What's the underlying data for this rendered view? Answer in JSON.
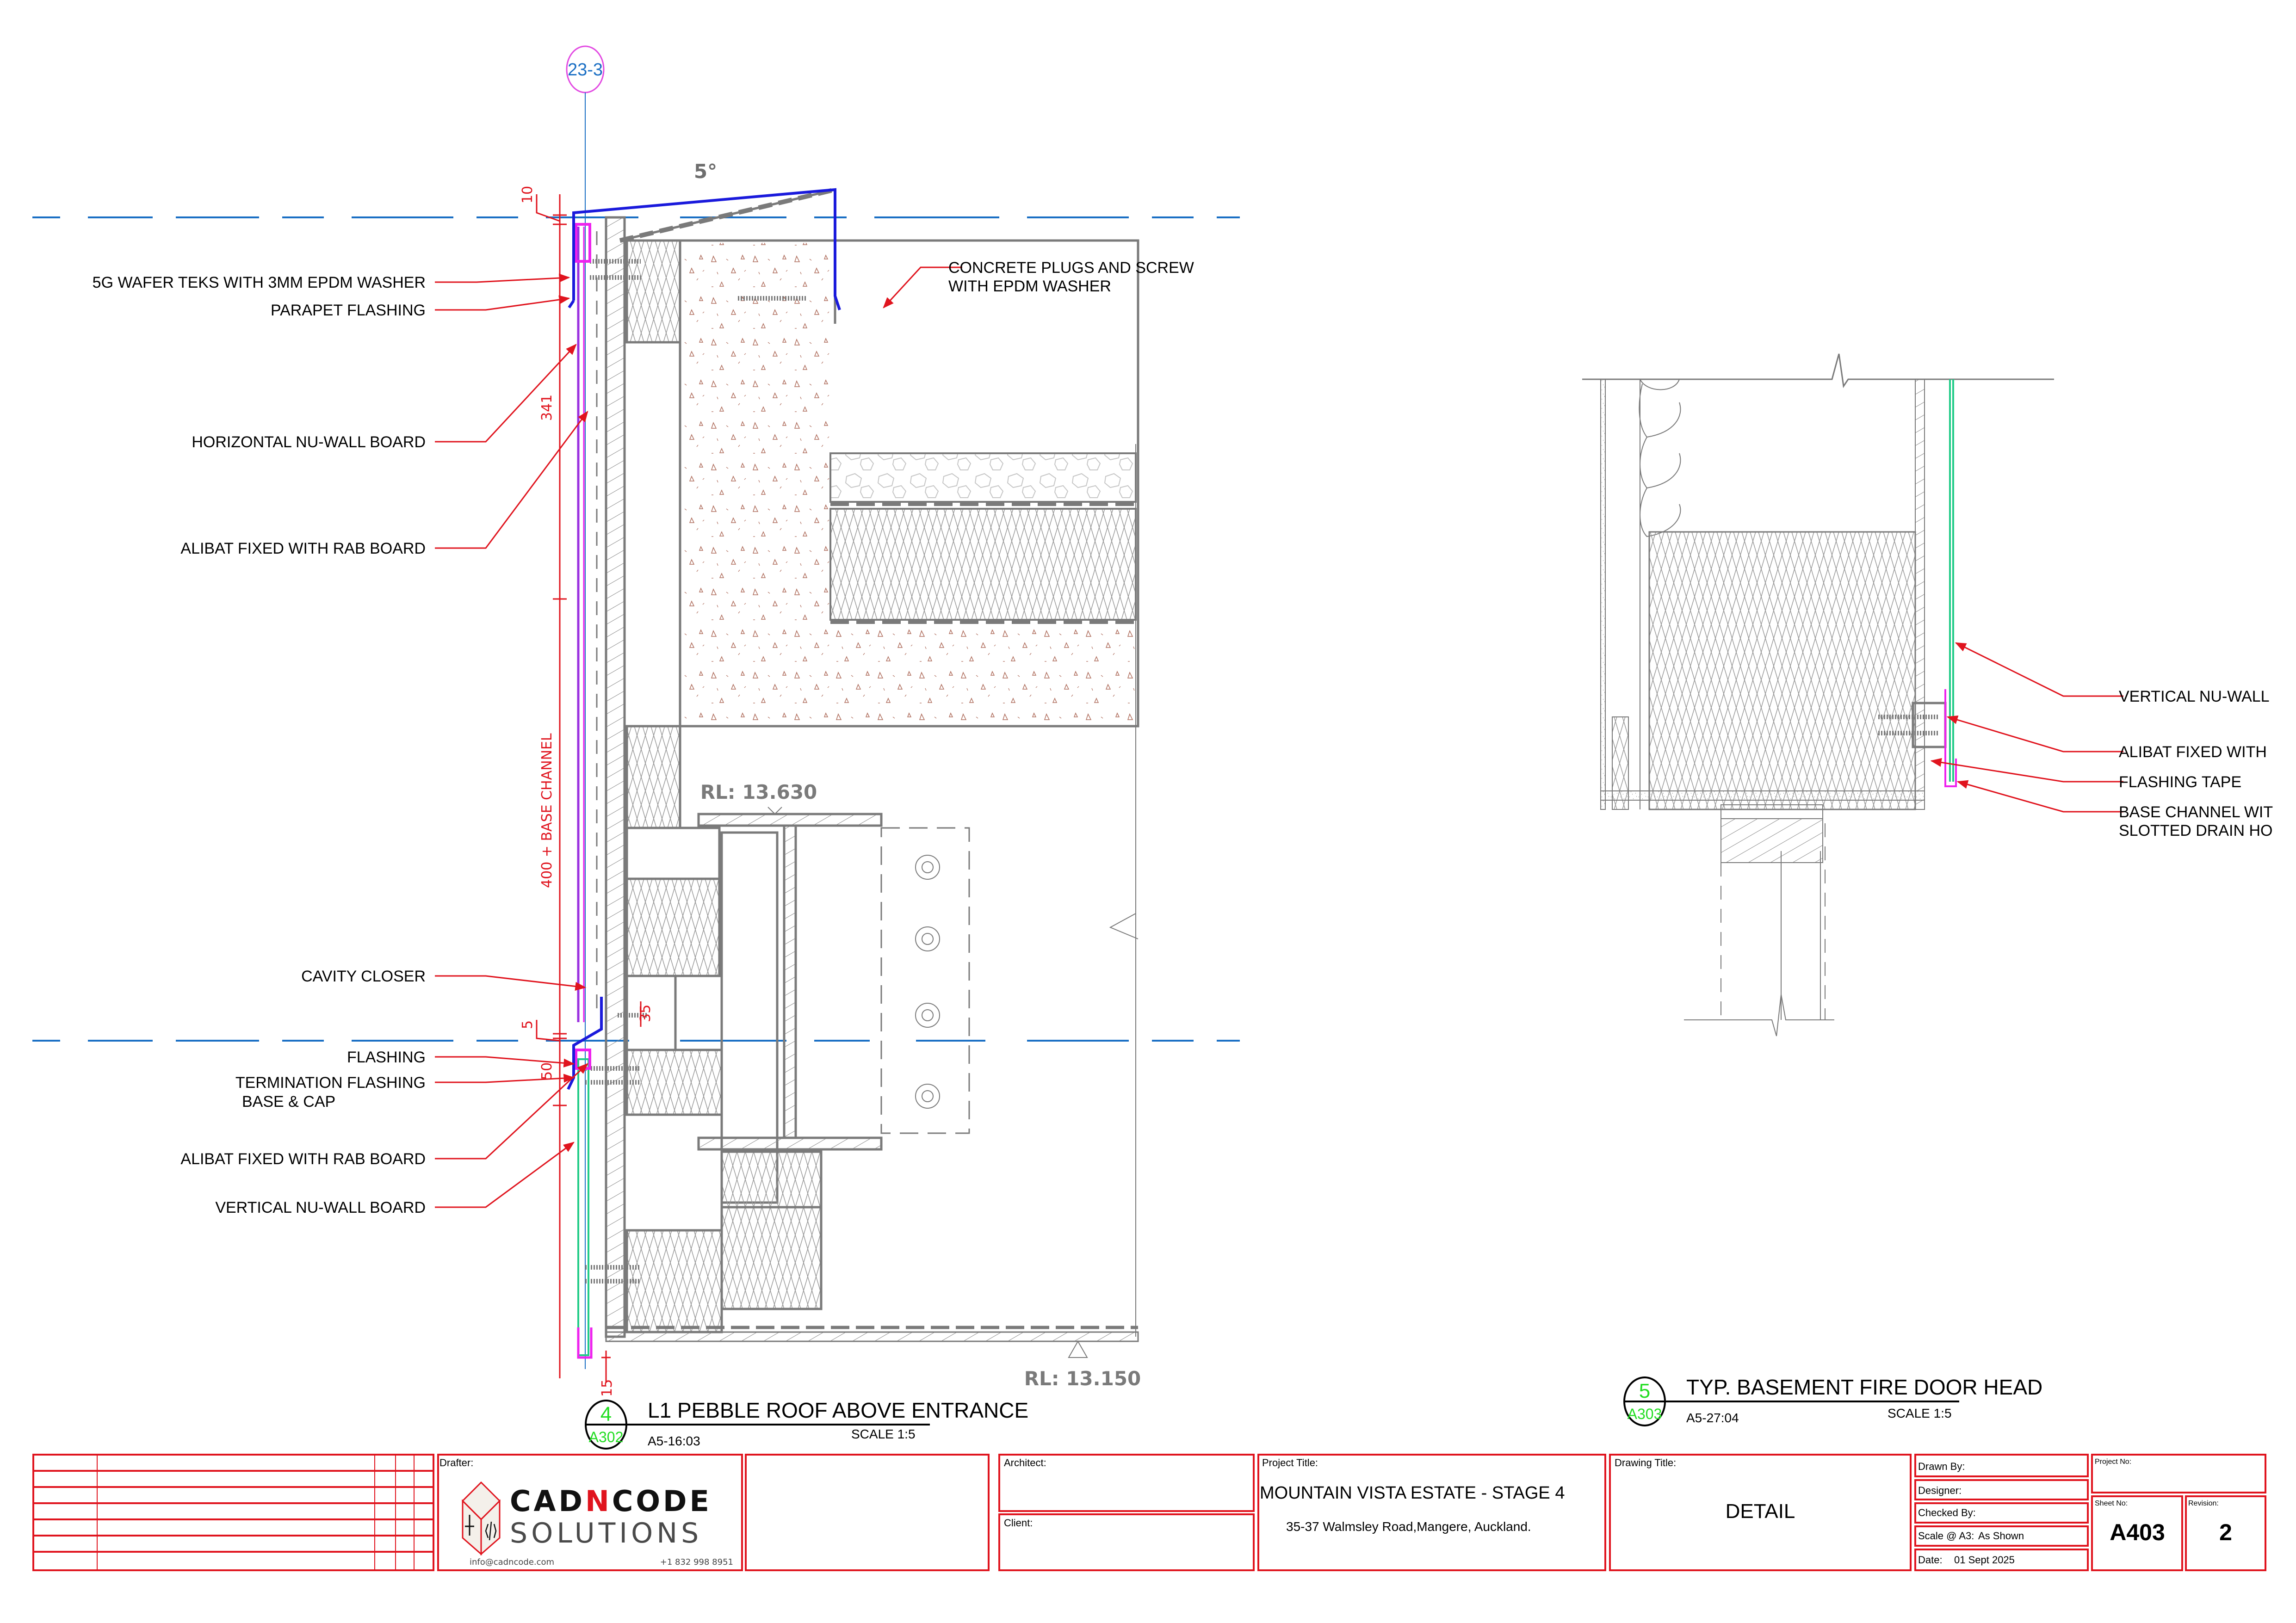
{
  "sheet": {
    "grid_bubble": "23-3",
    "angle_label": "5°"
  },
  "detail_left": {
    "number": "4",
    "ref": "A302",
    "title": "L1 PEBBLE ROOF ABOVE ENTRANCE",
    "code": "A5-16:03",
    "scale": "SCALE 1:5",
    "levels": [
      "RL: 13.630",
      "RL: 13.150"
    ],
    "dimensions": {
      "top_gap": "10",
      "upper_panel": "341",
      "lower_run": "400 + BASE CHANNEL",
      "closer_gap": "5",
      "flashing_height": "50",
      "screw_offset": "35",
      "bottom_gap": "15"
    },
    "callouts": [
      "5G WAFER TEKS WITH 3MM EPDM WASHER",
      "PARAPET FLASHING",
      "HORIZONTAL NU-WALL BOARD",
      "ALIBAT FIXED WITH RAB BOARD",
      "CAVITY CLOSER",
      "FLASHING",
      "TERMINATION FLASHING",
      "BASE & CAP",
      "ALIBAT FIXED WITH RAB BOARD",
      "VERTICAL NU-WALL BOARD"
    ],
    "right_callout": [
      "CONCRETE PLUGS AND SCREW",
      "WITH EPDM WASHER"
    ]
  },
  "detail_right": {
    "number": "5",
    "ref": "A303",
    "title": "TYP. BASEMENT FIRE DOOR HEAD",
    "code": "A5-27:04",
    "scale": "SCALE 1:5",
    "callouts": [
      "VERTICAL NU-WALL",
      "ALIBAT FIXED WITH",
      "FLASHING TAPE",
      "BASE CHANNEL WIT",
      "SLOTTED DRAIN HO"
    ]
  },
  "title_block": {
    "drafter_label": "Drafter:",
    "logo": {
      "word_a": "CAD",
      "word_n": "N",
      "word_b": "CODE",
      "word_c": "SOLUTIONS",
      "email": "info@cadncode.com",
      "phone": "+1 832 998 8951"
    },
    "architect_label": "Architect:",
    "client_label": "Client:",
    "project_title_label": "Project Title:",
    "project_title": "MOUNTAIN VISTA ESTATE - STAGE 4",
    "project_address": "35-37 Walmsley Road,Mangere, Auckland.",
    "drawing_title_label": "Drawing Title:",
    "drawing_title": "DETAIL",
    "drawn_by_label": "Drawn By:",
    "designer_label": "Designer:",
    "checked_by_label": "Checked By:",
    "scale_label": "Scale @ A3:",
    "scale_value": "As Shown",
    "date_label": "Date:",
    "date_value": "01 Sept 2025",
    "project_no_label": "Project No:",
    "sheet_no_label": "Sheet No:",
    "sheet_no": "A403",
    "revision_label": "Revision:",
    "revision": "2"
  },
  "colors": {
    "border_red": "#e0141e",
    "flashing_blue": "#1a1adc",
    "grid_blue": "#1a6fc4",
    "board_magenta": "#ee22ee",
    "board_purple": "#9b30e0",
    "board_green": "#22cc88",
    "structure_grey": "#7a7a7a"
  }
}
